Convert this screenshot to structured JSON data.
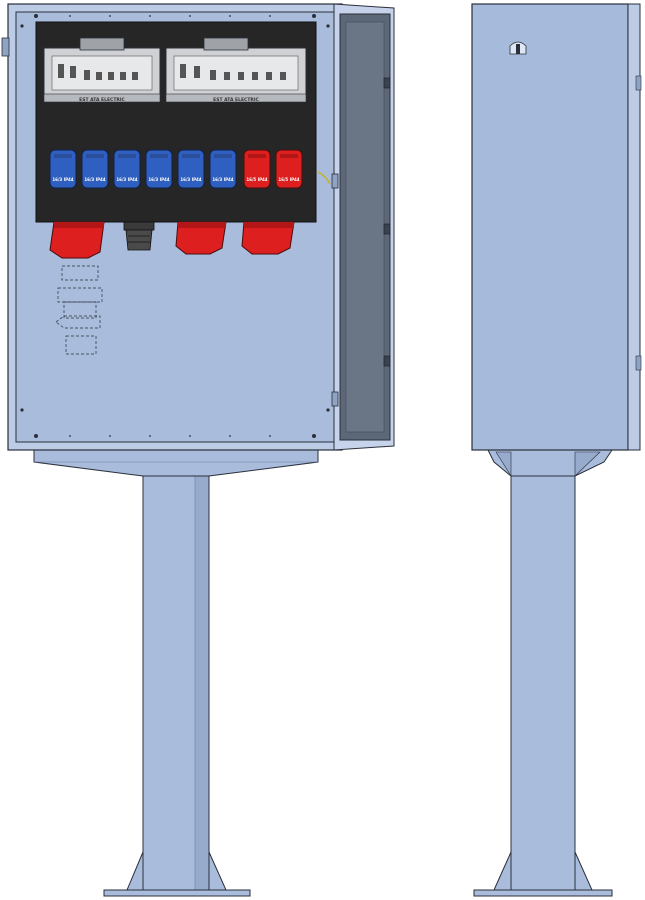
{
  "colors": {
    "steel": "#a9bcdc",
    "steel_light": "#bccbe6",
    "steel_dark": "#8fa3c4",
    "steel_side": "#a6badb",
    "outline": "#2a2f3a",
    "panel_black": "#262626",
    "breaker_box": "#cfd1d4",
    "socket_blue": "#2f5fc0",
    "socket_red": "#dd1f1f",
    "door_inner": "#5c6777",
    "door_frame": "#c7d3ea"
  },
  "front_view": {
    "breaker_label_1": "EST ATA ELECTRIC",
    "breaker_label_2": "EST ATA ELECTRIC",
    "blue_socket_text": "16/3 IP44",
    "red_socket_text": "16/5 IP44",
    "blue_socket_count": 6,
    "red_socket_count": 2,
    "large_red_socket_count": 3
  },
  "side_view": {}
}
